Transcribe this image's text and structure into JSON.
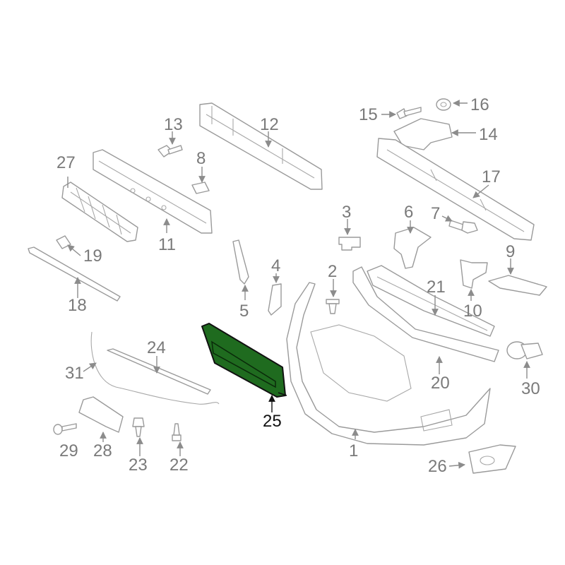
{
  "highlight_color": "#1f6b1f",
  "callouts": {
    "c1": "1",
    "c2": "2",
    "c3": "3",
    "c4": "4",
    "c5": "5",
    "c6": "6",
    "c7": "7",
    "c8": "8",
    "c9": "9",
    "c10": "10",
    "c11": "11",
    "c12": "12",
    "c13": "13",
    "c14": "14",
    "c15": "15",
    "c16": "16",
    "c17": "17",
    "c18": "18",
    "c19": "19",
    "c20": "20",
    "c21": "21",
    "c22": "22",
    "c23": "23",
    "c24": "24",
    "c25": "25",
    "c26": "26",
    "c27": "27",
    "c28": "28",
    "c29": "29",
    "c30": "30",
    "c31": "31"
  }
}
